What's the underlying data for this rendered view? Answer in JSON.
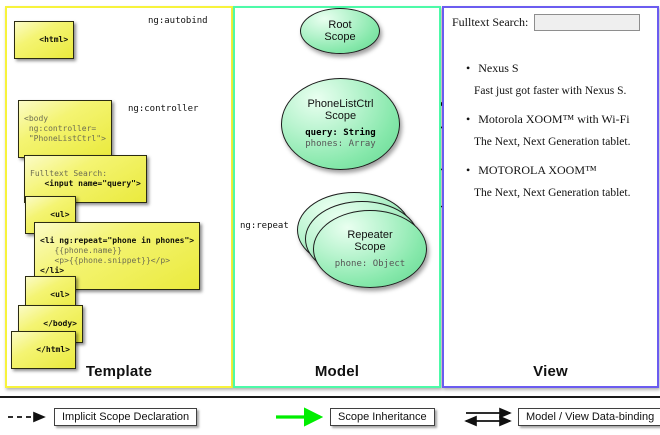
{
  "columns": [
    {
      "id": "template",
      "label": "Template",
      "border": "#f7f33c"
    },
    {
      "id": "model",
      "label": "Model",
      "border": "#4dfaa8"
    },
    {
      "id": "view",
      "label": "View",
      "border": "#6b5cf0"
    }
  ],
  "template": {
    "html_open": "<html>",
    "body_tag_line1": "<body",
    "body_tag_line2": " ng:controller=",
    "body_tag_line3": " \"PhoneListCtrl\">",
    "search_label": "Fulltext Search:",
    "search_input_tag": "   <input name=\"query\">",
    "ul_open": "<ul>",
    "li_line1": "<li ng:repeat=\"phone in phones\">",
    "li_line2": "   {{phone.name}}",
    "li_line3": "   <p>{{phone.snippet}}</p>",
    "li_line4": "</li>",
    "ul_close": "<ul>",
    "body_close": "</body>",
    "html_close": "</html>"
  },
  "edges": {
    "autobind": "ng:autobind",
    "controller": "ng:controller",
    "repeat": "ng:repeat"
  },
  "model": {
    "root_scope_line1": "Root",
    "root_scope_line2": "Scope",
    "ctrl_scope_line1": "PhoneListCtrl",
    "ctrl_scope_line2": "Scope",
    "ctrl_attr_query": "query: String",
    "ctrl_attr_phones": "phones: Array",
    "repeater_scope_line1": "Repeater",
    "repeater_scope_line2": "Scope",
    "repeater_attr": "phone: Object"
  },
  "view": {
    "search_label": "Fulltext Search:",
    "search_value": "",
    "search_placeholder": "",
    "phones": [
      {
        "name": "Nexus S",
        "snippet": "Fast just got faster with Nexus S."
      },
      {
        "name": "Motorola XOOM™  with Wi-Fi",
        "snippet": "The Next, Next Generation tablet."
      },
      {
        "name": "MOTOROLA XOOM™",
        "snippet": "The Next, Next Generation tablet."
      }
    ],
    "bullet_glyph": "•"
  },
  "legend": [
    {
      "id": "implicit-scope-declaration",
      "label": "Implicit Scope Declaration",
      "style": "dashed",
      "color": "#111111"
    },
    {
      "id": "scope-inheritance",
      "label": "Scope Inheritance",
      "style": "solid",
      "color": "#00ee00"
    },
    {
      "id": "model-view-data-binding",
      "label": "Model / View Data-binding",
      "style": "double",
      "color": "#111111"
    }
  ],
  "colors": {
    "template_border": "#f7f33c",
    "model_border": "#4dfaa8",
    "view_border": "#6b5cf0",
    "inheritance_green": "#00ee00",
    "code_box_yellow": "#eaea3d"
  }
}
